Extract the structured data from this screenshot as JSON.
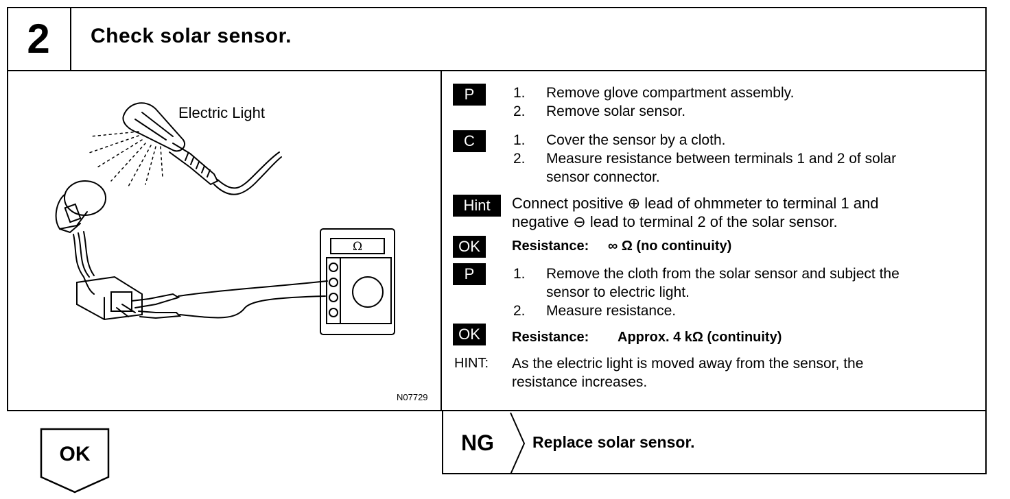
{
  "header": {
    "step_number": "2",
    "title": "Check  solar  sensor."
  },
  "figure": {
    "light_label": "Electric Light",
    "meter_symbol": "Ω",
    "figure_code": "N07729"
  },
  "steps": {
    "p1_badge": "P",
    "p1_n1": "1.",
    "p1_t1": "Remove glove compartment assembly.",
    "p1_n2": "2.",
    "p1_t2": "Remove solar sensor.",
    "c_badge": "C",
    "c_n1": "1.",
    "c_t1": "Cover the sensor by a cloth.",
    "c_n2": "2.",
    "c_t2a": "Measure  resistance  between  terminals  1  and  2  of  solar",
    "c_t2b": "sensor connector.",
    "hint_badge": "Hint",
    "hint_t1": "Connect positive ⊕ lead of ohmmeter to terminal 1 and",
    "hint_t2": "negative ⊖ lead to terminal 2 of the solar sensor.",
    "ok1_badge": "OK",
    "ok1_label": "Resistance:",
    "ok1_value": "∞ Ω (no continuity)",
    "p2_badge": "P",
    "p2_n1": "1.",
    "p2_t1a": "Remove the cloth from the solar sensor and subject the",
    "p2_t1b": "sensor to electric light.",
    "p2_n2": "2.",
    "p2_t2": "Measure resistance.",
    "ok2_badge": "OK",
    "ok2_label": "Resistance:",
    "ok2_value": "Approx. 4 kΩ (continuity)",
    "hint2_label": "HINT:",
    "hint2_t1": "As the electric  light is moved away from the sensor, the",
    "hint2_t2": "resistance increases."
  },
  "footer": {
    "ok_label": "OK",
    "ng_label": "NG",
    "ng_action": "Replace solar sensor."
  }
}
